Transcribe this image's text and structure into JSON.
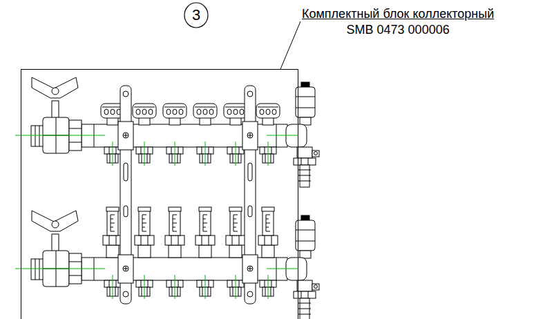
{
  "diagram": {
    "nodes": [
      {
        "text": [
          "3"
        ]
      },
      {
        "text": [
          "Комплектный блок коллекторный",
          "SMB 0473 000006"
        ]
      }
    ]
  }
}
